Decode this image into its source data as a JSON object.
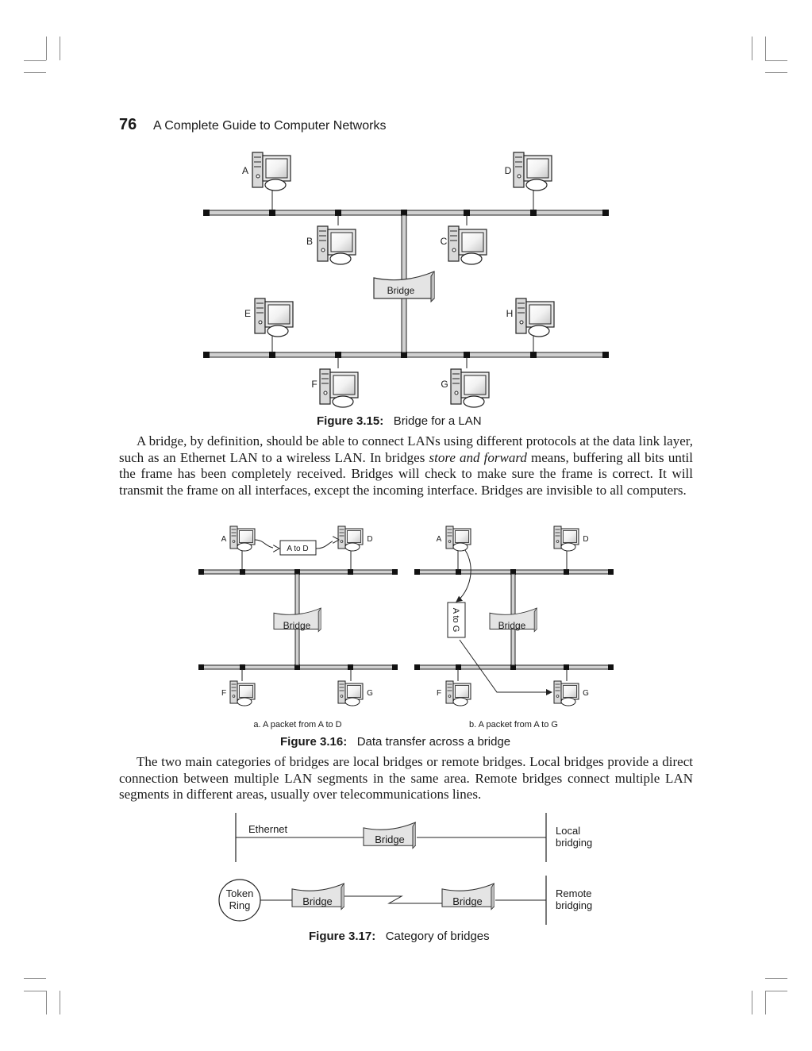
{
  "header": {
    "page_number": "76",
    "book_title": "A Complete Guide to Computer Networks"
  },
  "figure_3_15": {
    "caption_label": "Figure 3.15:",
    "caption_text": "Bridge for a LAN",
    "bridge_label": "Bridge",
    "stations": [
      "A",
      "B",
      "C",
      "D",
      "E",
      "F",
      "G",
      "H"
    ]
  },
  "paragraph_1": {
    "before_italic": "A bridge, by definition, should be able to connect LANs using different protocols at the data link layer, such as an Ethernet LAN to a wireless LAN. In bridges ",
    "italic": "store and forward",
    "after_italic": " means, buffering all bits until the frame has been completely received. Bridges will check to make sure the frame is correct. It will transmit the frame on all interfaces, except the incoming interface. Bridges are invisible to all computers."
  },
  "figure_3_16": {
    "caption_label": "Figure 3.16:",
    "caption_text": "Data transfer across a bridge",
    "bridge_label": "Bridge",
    "packet_a_label": "A to D",
    "packet_b_label": "A to G",
    "subcaption_a": "a. A packet from A to D",
    "subcaption_b": "b. A packet from A to G",
    "stations": [
      "A",
      "D",
      "F",
      "G"
    ]
  },
  "paragraph_2": {
    "text": "The two main categories of bridges are local bridges or remote bridges. Local bridges provide a direct connection between multiple LAN segments in the same area. Remote bridges connect multiple LAN segments in different areas, usually over telecommunications lines."
  },
  "figure_3_17": {
    "caption_label": "Figure 3.17:",
    "caption_text": "Category of bridges",
    "ethernet_label": "Ethernet",
    "bridge_label": "Bridge",
    "token_ring_line1": "Token",
    "token_ring_line2": "Ring",
    "local_line1": "Local",
    "local_line2": "bridging",
    "remote_line1": "Remote",
    "remote_line2": "bridging"
  }
}
